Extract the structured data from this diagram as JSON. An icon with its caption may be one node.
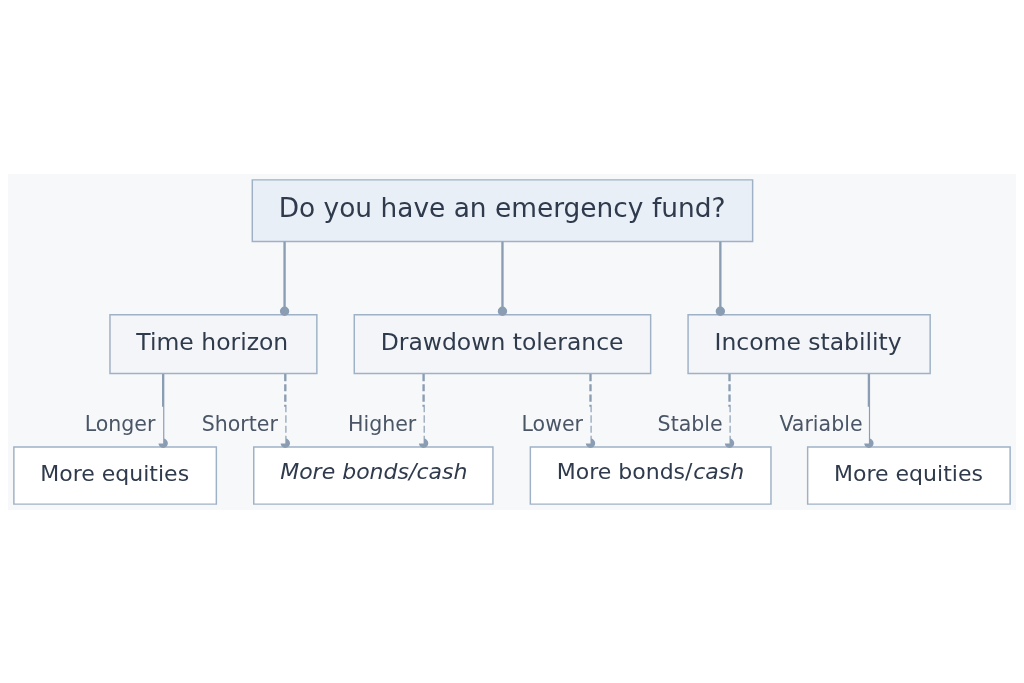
{
  "diagram": {
    "nodes": [
      {
        "text": [
          "Do you have an emergency fund?"
        ]
      },
      {
        "text": [
          "Time horizon"
        ]
      },
      {
        "text": [
          "Drawdown tolerance"
        ]
      },
      {
        "text": [
          "Income stability"
        ]
      },
      {
        "text": [
          "More equities"
        ]
      },
      {
        "text": [
          "More bonds/cash"
        ]
      },
      {
        "text": [
          "More bonds/*cash*"
        ]
      },
      {
        "text": [
          "More equities"
        ]
      }
    ],
    "edges": [
      {
        "from": 0,
        "to": 1,
        "arrow": "other"
      },
      {
        "from": 0,
        "to": 2,
        "arrow": "other"
      },
      {
        "from": 0,
        "to": 3,
        "arrow": "other"
      },
      {
        "from": 1,
        "to": 4,
        "arrow": "other",
        "label": "Longer"
      },
      {
        "from": 1,
        "to": 5,
        "arrow": "other",
        "label": "Shorter",
        "style": "dashed"
      },
      {
        "from": 2,
        "to": 5,
        "arrow": "other",
        "label": "Higher",
        "style": "dashed"
      },
      {
        "from": 2,
        "to": 6,
        "arrow": "other",
        "label": "Lower",
        "style": "dashed"
      },
      {
        "from": 3,
        "to": 6,
        "arrow": "other",
        "label": "Stable",
        "style": "dashed"
      },
      {
        "from": 3,
        "to": 7,
        "arrow": "other",
        "label": "Variable"
      }
    ]
  }
}
